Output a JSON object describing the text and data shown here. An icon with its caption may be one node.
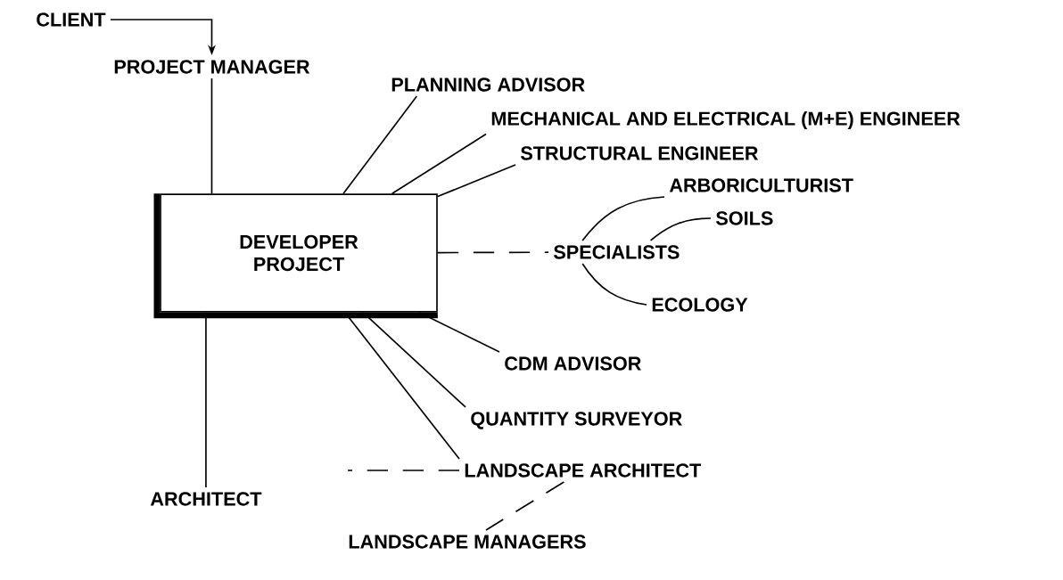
{
  "diagram": {
    "nodes": [
      {
        "text": [
          "CLIENT"
        ]
      },
      {
        "text": [
          "PROJECT MANAGER"
        ]
      },
      {
        "text": [
          "DEVELOPER PROJECT"
        ]
      },
      {
        "text": [
          "PLANNING ADVISOR"
        ]
      },
      {
        "text": [
          "MECHANICAL AND ELECTRICAL (M+E) ENGINEER"
        ]
      },
      {
        "text": [
          "STRUCTURAL ENGINEER"
        ]
      },
      {
        "text": [
          "SPECIALISTS"
        ]
      },
      {
        "text": [
          "ARBORICULTURIST"
        ]
      },
      {
        "text": [
          "SOILS"
        ]
      },
      {
        "text": [
          "ECOLOGY"
        ]
      },
      {
        "text": [
          "CDM ADVISOR"
        ]
      },
      {
        "text": [
          "QUANTITY SURVEYOR"
        ]
      },
      {
        "text": [
          "LANDSCAPE ARCHITECT"
        ]
      },
      {
        "text": [
          "ARCHITECT"
        ]
      },
      {
        "text": [
          "LANDSCAPE MANAGERS"
        ]
      }
    ],
    "edges": [
      {
        "from": 0,
        "to": 1,
        "arrow": "to"
      },
      {
        "from": 1,
        "to": 2,
        "arrow": "none"
      },
      {
        "from": 3,
        "to": 2,
        "arrow": "none"
      },
      {
        "from": 4,
        "to": 2,
        "arrow": "none"
      },
      {
        "from": 5,
        "to": 2,
        "arrow": "none"
      },
      {
        "from": 2,
        "to": 6,
        "arrow": "none",
        "style": "dashed"
      },
      {
        "from": 6,
        "to": 7,
        "arrow": "none"
      },
      {
        "from": 6,
        "to": 8,
        "arrow": "none"
      },
      {
        "from": 6,
        "to": 9,
        "arrow": "none"
      },
      {
        "from": 10,
        "to": 2,
        "arrow": "none"
      },
      {
        "from": 11,
        "to": 2,
        "arrow": "none"
      },
      {
        "from": 12,
        "to": 2,
        "arrow": "none"
      },
      {
        "from": 2,
        "to": 13,
        "arrow": "none"
      },
      {
        "from": 12,
        "to": null,
        "arrow": "none",
        "style": "dashed"
      },
      {
        "from": 12,
        "to": 14,
        "arrow": "none",
        "style": "dashed"
      }
    ]
  }
}
